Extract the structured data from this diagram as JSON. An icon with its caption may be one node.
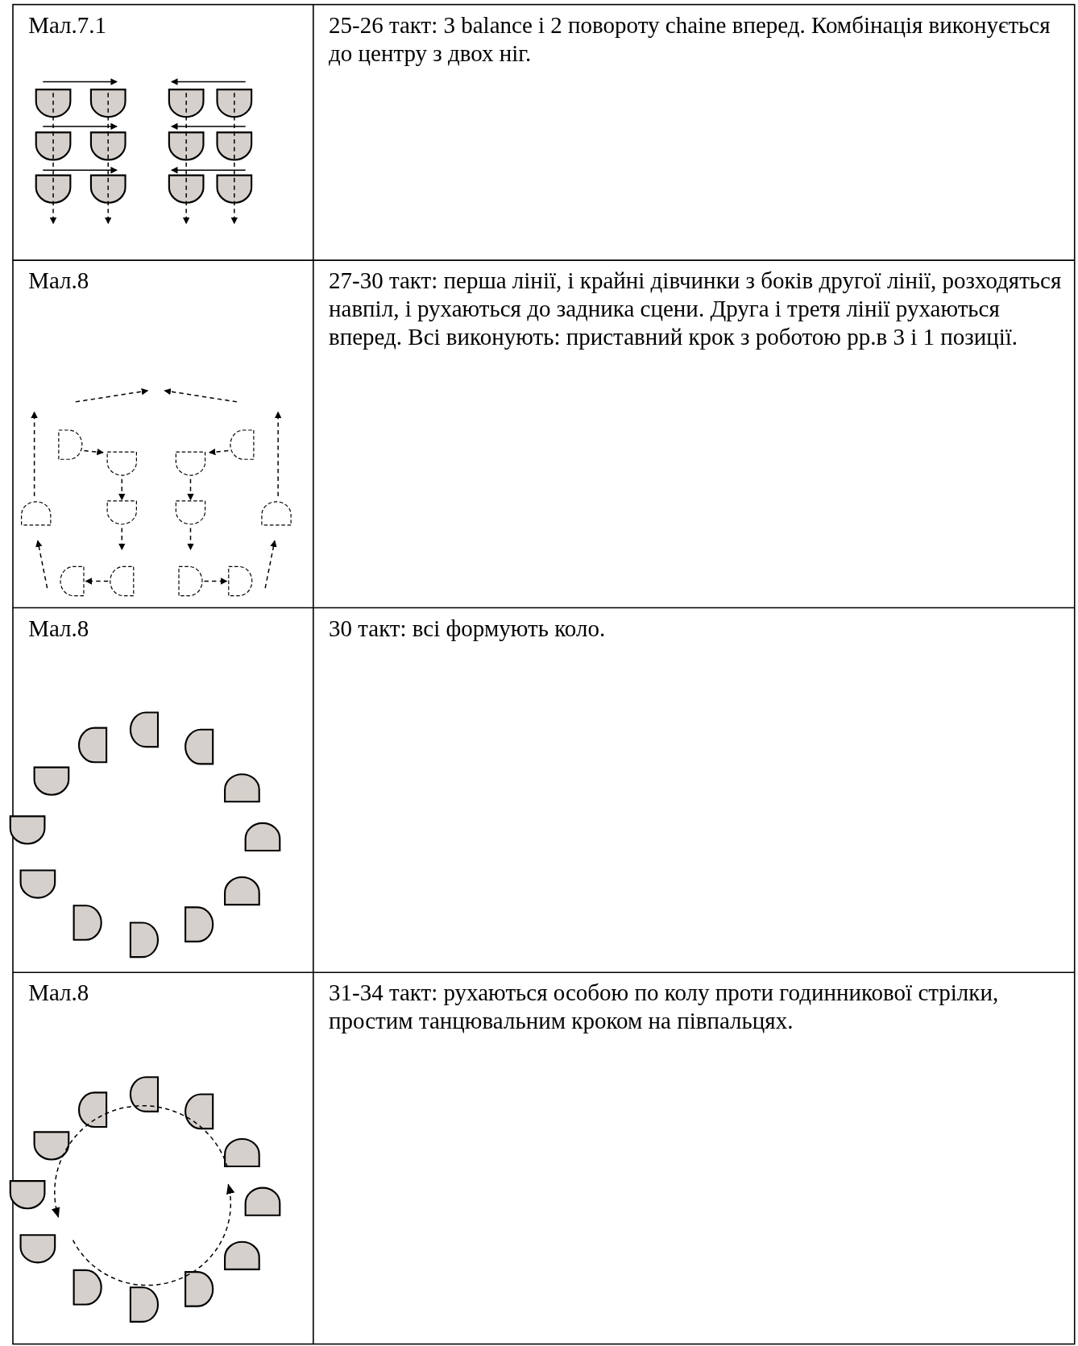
{
  "diagram": {
    "labels": [
      "Мал.7.1",
      "25-26 такт: 3 balance і 2 повороту chaine вперед. Комбінація виконується до центру з двох ніг.",
      "Мал.8",
      "27-30 такт: перша лінії, і крайні дівчинки з боків другої лінії, розходяться навпіл, і рухаються до задника сцени. Друга і третя лінії рухаються вперед. Всі виконують: приставний крок з роботою рр.в 3 і 1 позиції.",
      "Мал.8",
      "30 такт: всі формують коло.",
      "Мал.8",
      "31-34 такт: рухаються особою по колу проти годинникової стрілки, простим танцювальним кроком на півпальцях."
    ]
  }
}
